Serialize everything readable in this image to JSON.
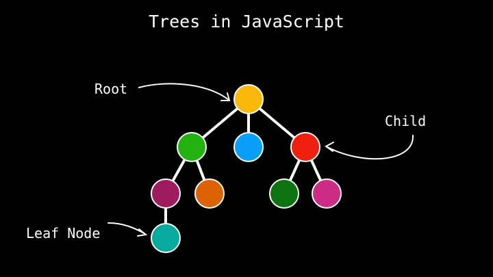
{
  "diagram": {
    "title": "Trees in JavaScript",
    "annotations": {
      "root": "Root",
      "child": "Child",
      "leaf": "Leaf Node"
    },
    "nodes": [
      {
        "id": "root",
        "color": "#fbb90c"
      },
      {
        "id": "green",
        "color": "#22b311"
      },
      {
        "id": "blue",
        "color": "#0a9ff8"
      },
      {
        "id": "red",
        "color": "#f02010"
      },
      {
        "id": "purple",
        "color": "#9e1b60"
      },
      {
        "id": "orange",
        "color": "#dd6204"
      },
      {
        "id": "dark-green",
        "color": "#0d7210"
      },
      {
        "id": "magenta",
        "color": "#cd2c84"
      },
      {
        "id": "teal",
        "color": "#07aa9f"
      }
    ],
    "edges": [
      [
        "root",
        "green"
      ],
      [
        "root",
        "blue"
      ],
      [
        "root",
        "red"
      ],
      [
        "green",
        "purple"
      ],
      [
        "green",
        "orange"
      ],
      [
        "red",
        "dark-green"
      ],
      [
        "red",
        "magenta"
      ],
      [
        "purple",
        "teal"
      ]
    ]
  }
}
